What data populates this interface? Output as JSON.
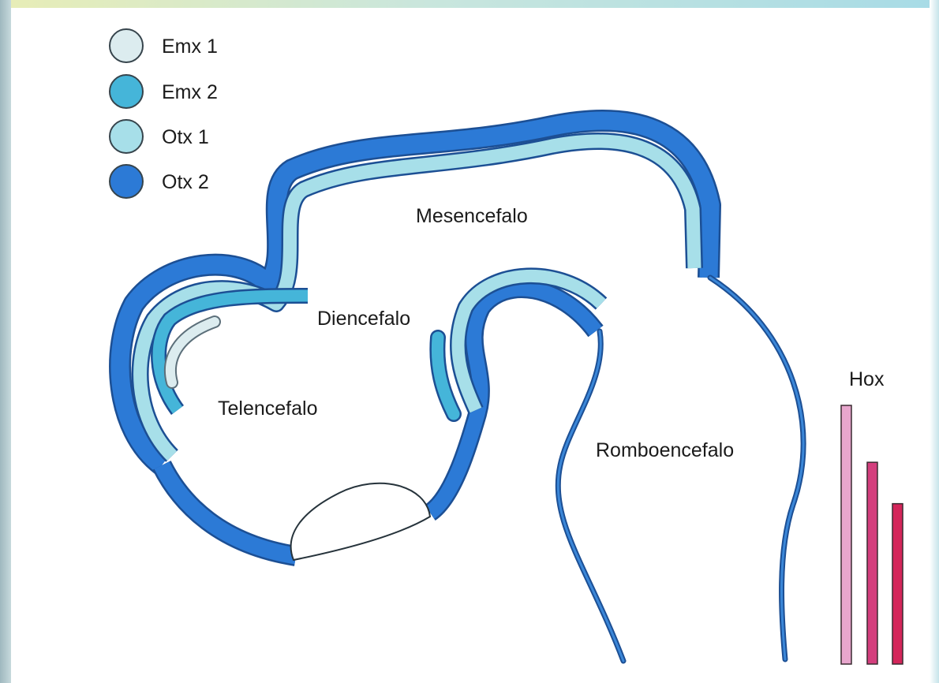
{
  "legend": [
    {
      "label": "Emx 1",
      "color": "#dcecef"
    },
    {
      "label": "Emx 2",
      "color": "#45b5d9"
    },
    {
      "label": "Otx 1",
      "color": "#a7dfe9"
    },
    {
      "label": "Otx 2",
      "color": "#2c7ad6"
    }
  ],
  "regions": {
    "mesencefalo": "Mesencefalo",
    "diencefalo": "Diencefalo",
    "telencefalo": "Telencefalo",
    "romboencefalo": "Romboencefalo"
  },
  "hox": {
    "title": "Hox",
    "bars": [
      {
        "level": 1.0,
        "color": "#e8a6cd"
      },
      {
        "level": 0.78,
        "color": "#d43e7d"
      },
      {
        "level": 0.62,
        "color": "#d4255a"
      }
    ]
  }
}
